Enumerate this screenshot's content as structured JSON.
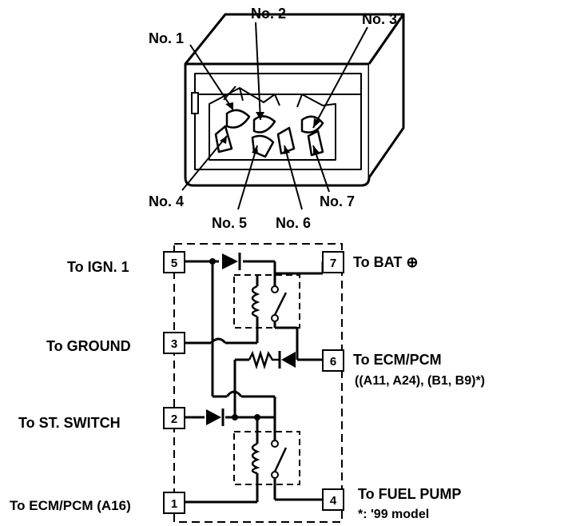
{
  "connector": {
    "callouts": [
      "No. 1",
      "No. 2",
      "No. 3",
      "No. 4",
      "No. 5",
      "No. 6",
      "No. 7"
    ]
  },
  "terminals": [
    {
      "pin": "5",
      "label": "To IGN. 1"
    },
    {
      "pin": "3",
      "label": "To GROUND"
    },
    {
      "pin": "2",
      "label": "To ST. SWITCH"
    },
    {
      "pin": "1",
      "label": "To ECM/PCM (A16)"
    },
    {
      "pin": "7",
      "label": "To BAT ⊕"
    },
    {
      "pin": "6",
      "label": "To ECM/PCM",
      "label2": "((A11, A24), (B1, B9)*)"
    },
    {
      "pin": "4",
      "label": "To FUEL PUMP"
    }
  ],
  "footnote": "*: '99 model"
}
